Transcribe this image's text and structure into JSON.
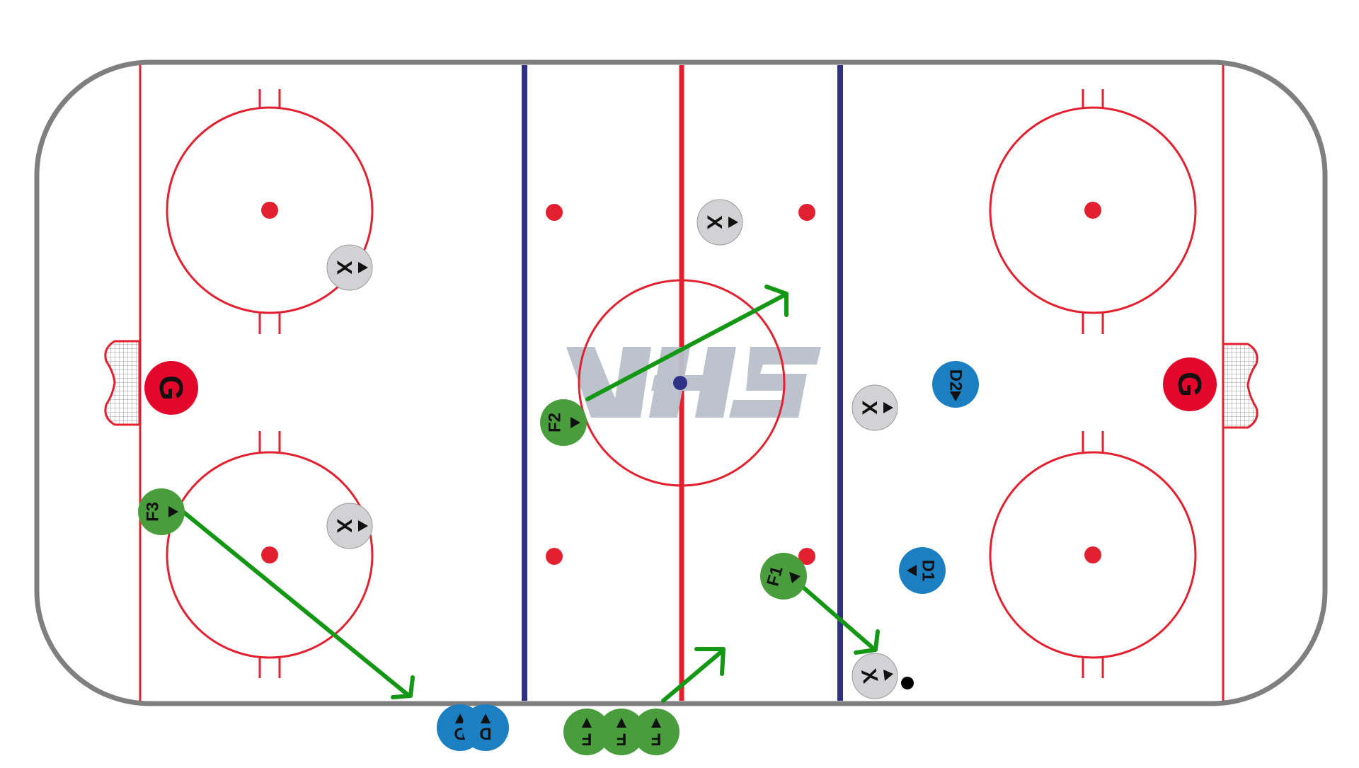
{
  "colors": {
    "boards": "#7f7f7f",
    "red_line": "#e3202f",
    "blue_line": "#2e3185",
    "center_dot": "#2e3185",
    "goalie": "#e3072c",
    "forward": "#4a9d3c",
    "defense": "#1b7fc1",
    "opponent": "#d2d2d4",
    "arrow": "#149714",
    "watermark": "#b9c0cb",
    "puck": "#000000",
    "net_mesh": "#9a9a9a"
  },
  "watermark": {
    "text": "VHS",
    "icon": "vhs-logo"
  },
  "players": {
    "goalie_left": {
      "label": "G"
    },
    "goalie_right": {
      "label": "G"
    },
    "f1": {
      "label": "F1"
    },
    "f2": {
      "label": "F2"
    },
    "f3": {
      "label": "F3"
    },
    "d1": {
      "label": "D1"
    },
    "d2": {
      "label": "D2"
    },
    "x_top_left": {
      "label": "X"
    },
    "x_bottom_left": {
      "label": "X"
    },
    "x_neutral": {
      "label": "X"
    },
    "x_right_mid": {
      "label": "X"
    },
    "x_right_low": {
      "label": "X"
    },
    "bench_d1": {
      "label": "D"
    },
    "bench_d2": {
      "label": "D"
    },
    "bench_f1": {
      "label": "F"
    },
    "bench_f2": {
      "label": "F"
    },
    "bench_f3": {
      "label": "F"
    }
  },
  "paths": [
    {
      "from": "F3",
      "type": "skate"
    },
    {
      "from": "F2",
      "type": "skate"
    },
    {
      "from": "F1",
      "type": "skate"
    },
    {
      "from": "bench-forwards",
      "type": "skate"
    }
  ],
  "puck": {
    "icon": "puck-icon"
  }
}
